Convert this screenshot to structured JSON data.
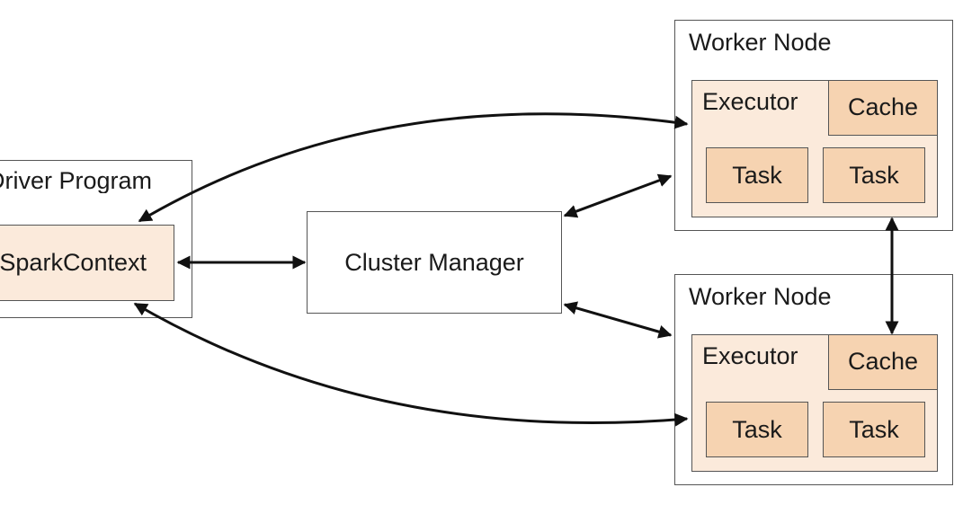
{
  "driver_program": {
    "title": "Driver Program",
    "spark_context": "SparkContext"
  },
  "cluster_manager": {
    "label": "Cluster Manager"
  },
  "worker_nodes": [
    {
      "title": "Worker Node",
      "executor": "Executor",
      "cache": "Cache",
      "tasks": [
        "Task",
        "Task"
      ]
    },
    {
      "title": "Worker Node",
      "executor": "Executor",
      "cache": "Cache",
      "tasks": [
        "Task",
        "Task"
      ]
    }
  ],
  "colors": {
    "border": "#555555",
    "executor_fill": "#fbeadb",
    "task_fill": "#f6d3b1",
    "arrow": "#111111"
  }
}
